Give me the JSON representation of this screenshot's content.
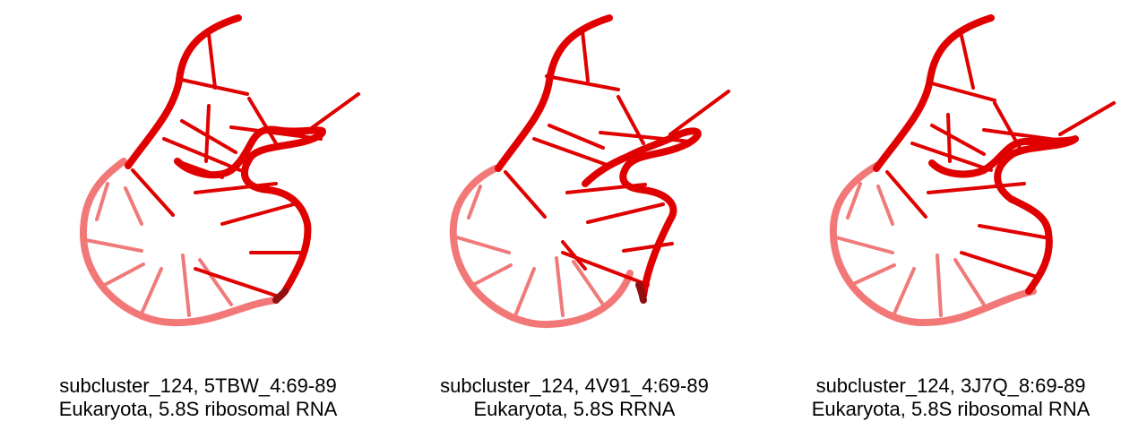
{
  "panels": [
    {
      "line1": "subcluster_124, 5TBW_4:69-89",
      "line2": "Eukaryota, 5.8S ribosomal RNA",
      "structure_icon": "rna-hairpin-cartoon-icon",
      "color": "#e00000"
    },
    {
      "line1": "subcluster_124, 4V91_4:69-89",
      "line2": "Eukaryota, 5.8S RRNA",
      "structure_icon": "rna-hairpin-cartoon-icon",
      "color": "#e00000"
    },
    {
      "line1": "subcluster_124, 3J7Q_8:69-89",
      "line2": "Eukaryota, 5.8S ribosomal RNA",
      "structure_icon": "rna-hairpin-cartoon-icon",
      "color": "#e00000"
    }
  ]
}
